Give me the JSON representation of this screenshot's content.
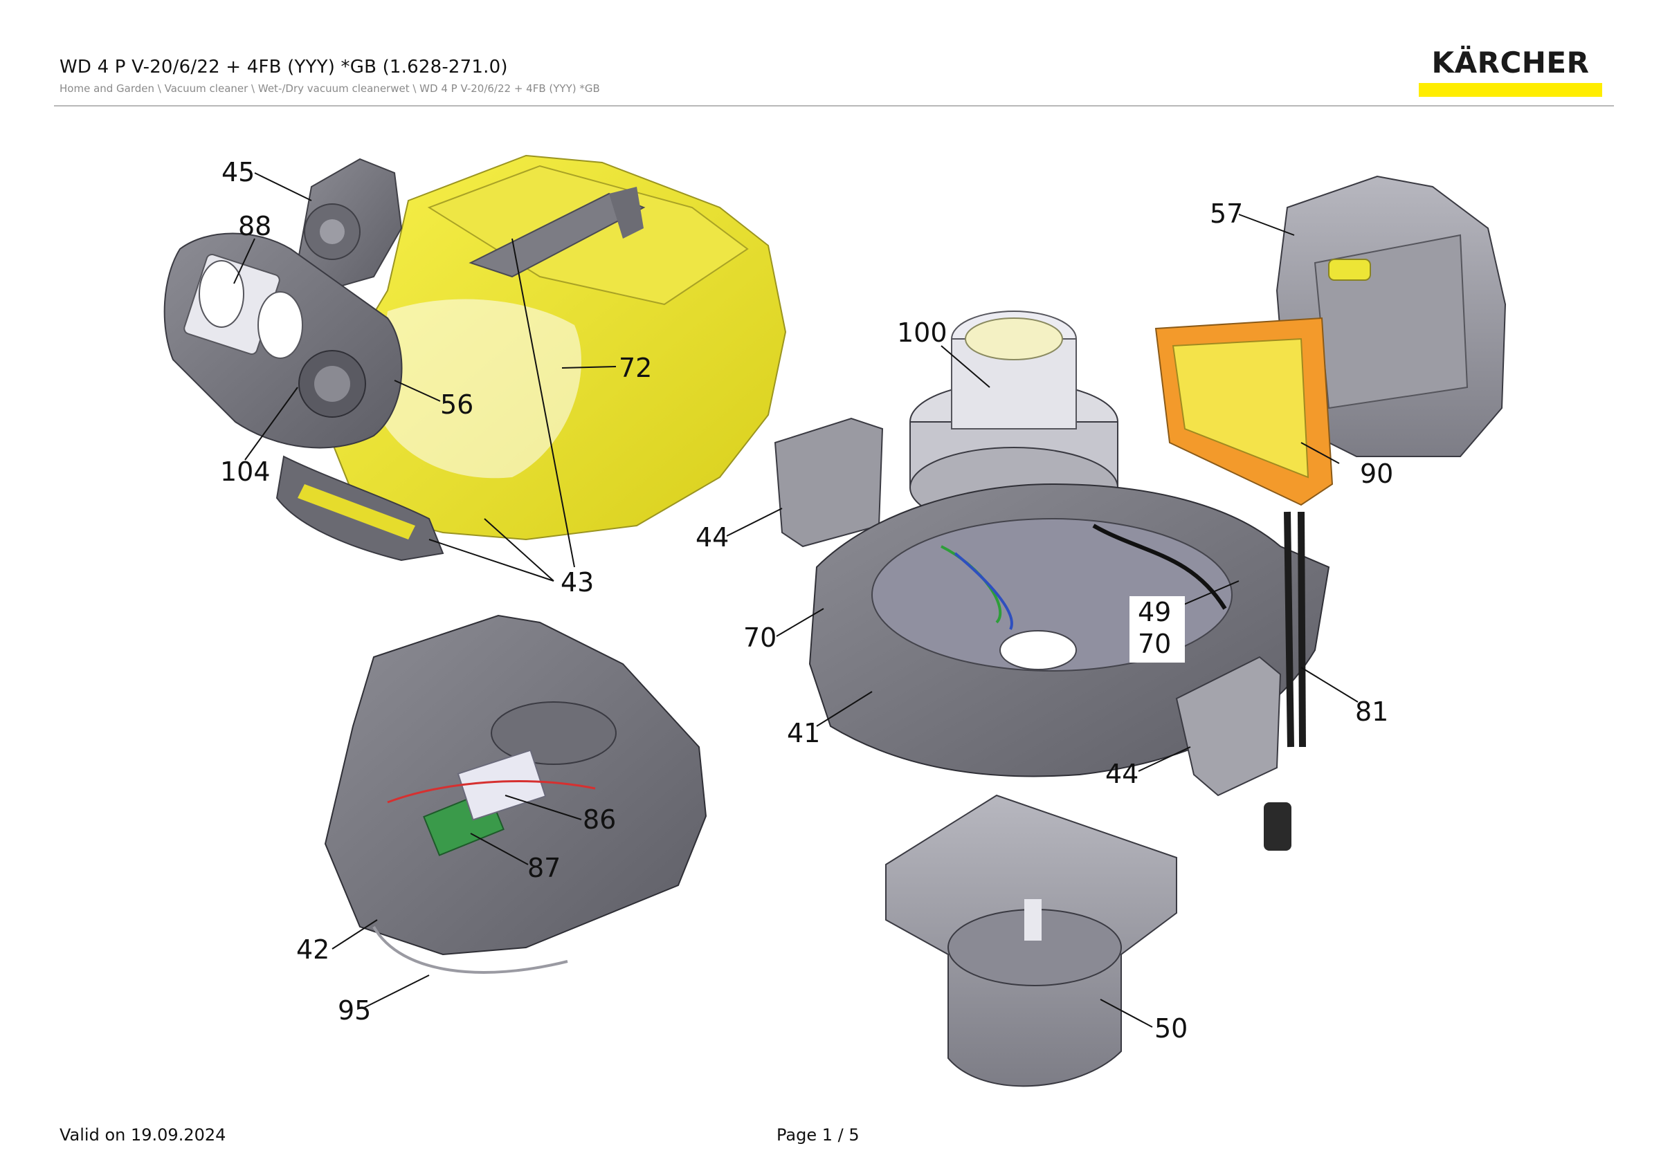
{
  "header": {
    "title": "WD 4 P V-20/6/22 + 4FB (YYY) *GB (1.628-271.0)",
    "breadcrumb": "Home and Garden \\ Vacuum cleaner \\ Wet-/Dry vacuum cleanerwet \\ WD 4 P V-20/6/22 + 4FB (YYY) *GB",
    "logo_text": "KÄRCHER"
  },
  "colors": {
    "brand_yellow": "#ffed00",
    "part_grey": "#7a7a82",
    "part_grey_dark": "#55555c",
    "part_grey_light": "#a8a8b0",
    "filter_orange": "#f39a2b",
    "filter_yellow": "#f4e34a"
  },
  "callouts": [
    "45",
    "88",
    "56",
    "104",
    "72",
    "43",
    "43",
    "100",
    "57",
    "90",
    "44",
    "70",
    "49",
    "70",
    "41",
    "81",
    "44",
    "86",
    "87",
    "42",
    "95",
    "50"
  ],
  "footer": {
    "valid": "Valid on 19.09.2024",
    "page": "Page 1 / 5"
  }
}
